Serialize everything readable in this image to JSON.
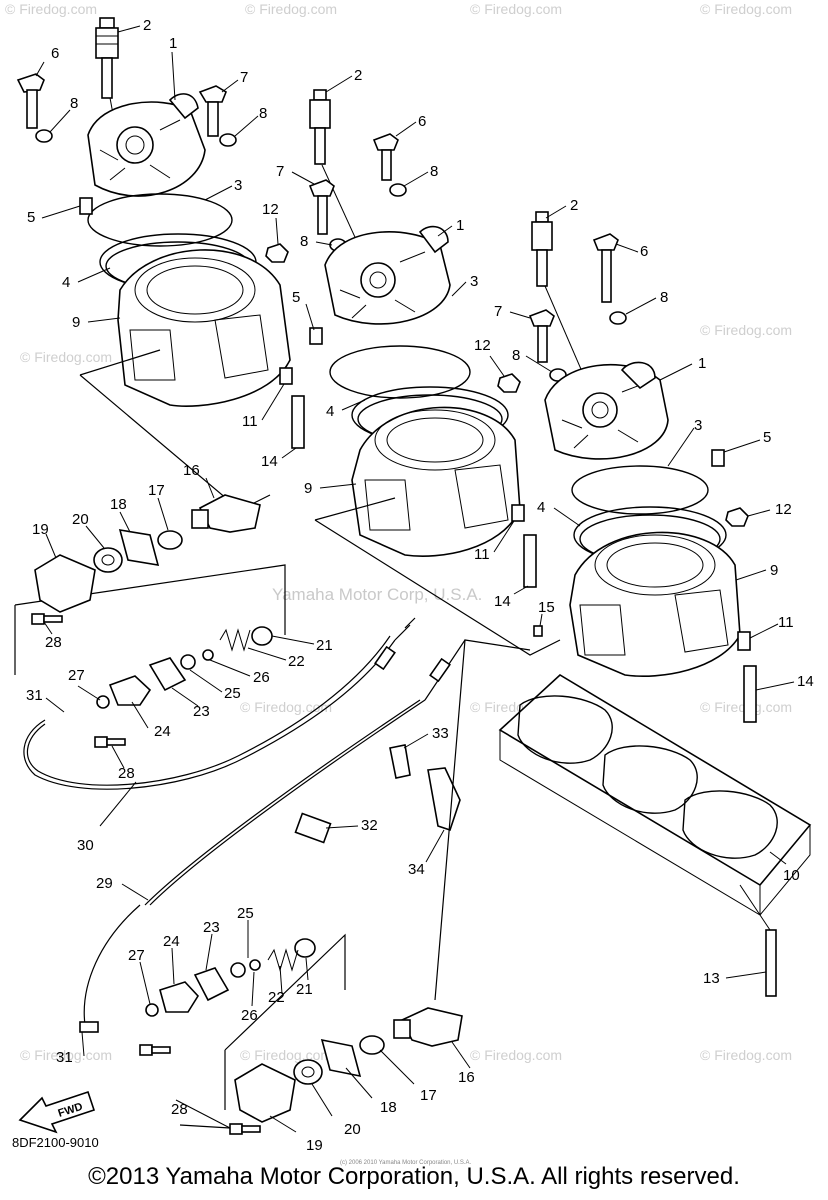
{
  "watermark": "© Firedog.com",
  "center_watermark": "Yamaha Motor Corp, U.S.A.",
  "part_code": "8DF2100-9010",
  "fwd_label": "FWD",
  "footer_copyright": "©2013 Yamaha Motor Corporation, U.S.A. All rights reserved.",
  "footer_small": "(c) 2006 2010 Yamaha Motor Corporation, U.S.A.",
  "callouts": {
    "n1": "1",
    "n2": "2",
    "n3": "3",
    "n4": "4",
    "n5": "5",
    "n6": "6",
    "n7": "7",
    "n8": "8",
    "n9": "9",
    "n10": "10",
    "n11": "11",
    "n12": "12",
    "n13": "13",
    "n14": "14",
    "n15": "15",
    "n16": "16",
    "n17": "17",
    "n18": "18",
    "n19": "19",
    "n20": "20",
    "n21": "21",
    "n22": "22",
    "n23": "23",
    "n24": "24",
    "n25": "25",
    "n26": "26",
    "n27": "27",
    "n28": "28",
    "n29": "29",
    "n30": "30",
    "n31": "31",
    "n32": "32",
    "n33": "33",
    "n34": "34"
  }
}
